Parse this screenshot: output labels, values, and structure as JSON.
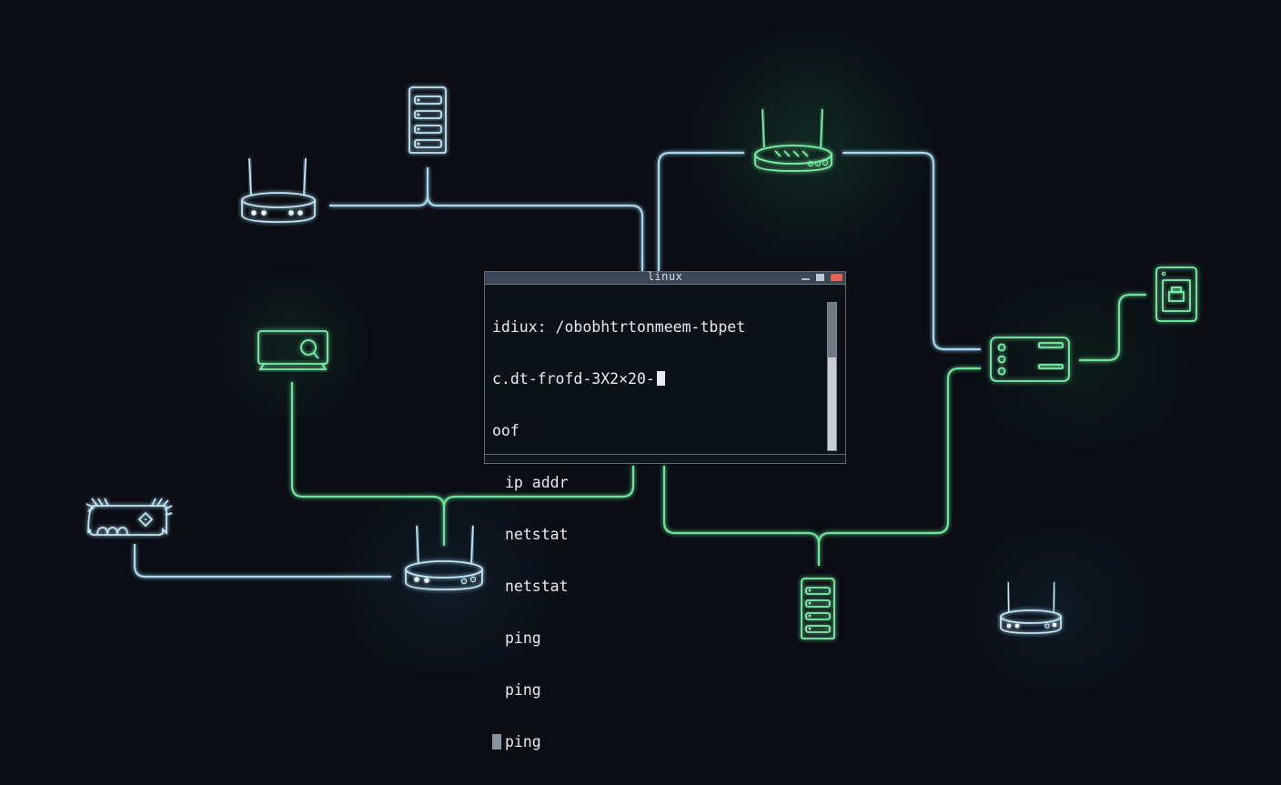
{
  "terminal": {
    "title": "linux",
    "lines": [
      "idiux: /obobhtrtonmeem-tbpet",
      "c.dt-frofd-3X2×20-",
      "oof",
      "ip addr",
      "netstat",
      "netstat",
      "ping",
      "ping",
      "ping"
    ],
    "window_controls": [
      "minimize",
      "maximize",
      "close"
    ]
  },
  "devices": [
    {
      "id": "router-top-left",
      "type": "wifi-router",
      "color": "blue"
    },
    {
      "id": "server-top",
      "type": "server-rack",
      "color": "blue"
    },
    {
      "id": "monitor-left",
      "type": "network-monitor",
      "color": "green"
    },
    {
      "id": "router-top-center",
      "type": "wifi-router",
      "color": "green"
    },
    {
      "id": "switch-right",
      "type": "network-switch",
      "color": "green"
    },
    {
      "id": "tablet-right",
      "type": "tablet-printer",
      "color": "green"
    },
    {
      "id": "firewall-left",
      "type": "firewall-appliance",
      "color": "blue"
    },
    {
      "id": "router-bottom-center",
      "type": "wifi-router",
      "color": "blue"
    },
    {
      "id": "server-bottom",
      "type": "server-rack",
      "color": "green"
    },
    {
      "id": "router-bottom-right",
      "type": "wifi-router",
      "color": "blue"
    }
  ],
  "colors": {
    "background": "#0a0e14",
    "link_blue": "#a8d8f0",
    "link_green": "#6fe39a",
    "terminal_bg": "#0c1117",
    "titlebar": "#3b4656",
    "close_button": "#e0644f"
  }
}
